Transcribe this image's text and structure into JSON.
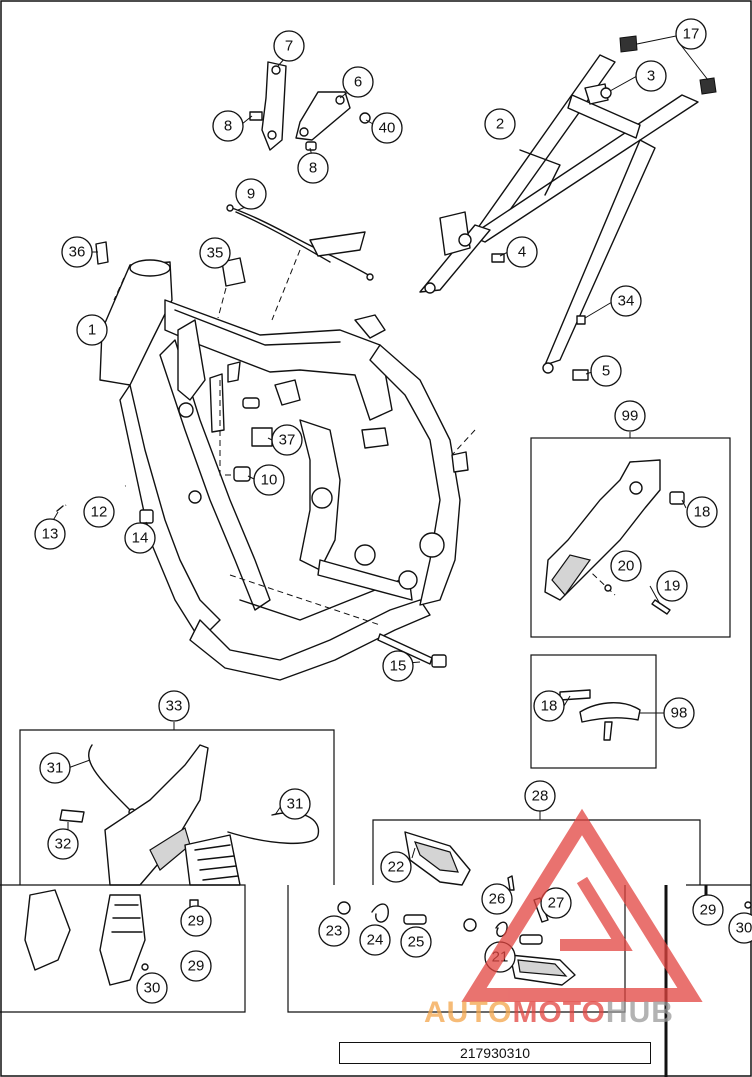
{
  "diagram": {
    "drawing_code": "217930310",
    "callouts": {
      "c1": "1",
      "c2": "2",
      "c3": "3",
      "c4": "4",
      "c5": "5",
      "c6": "6",
      "c7": "7",
      "c8a": "8",
      "c8b": "8",
      "c9": "9",
      "c10": "10",
      "c12": "12",
      "c13": "13",
      "c14": "14",
      "c15": "15",
      "c17": "17",
      "c18a": "18",
      "c18b": "18",
      "c19": "19",
      "c20": "20",
      "c21": "21",
      "c22": "22",
      "c23": "23",
      "c24": "24",
      "c25": "25",
      "c26": "26",
      "c27": "27",
      "c28": "28",
      "c29a": "29",
      "c29b": "29",
      "c29c": "29",
      "c30a": "30",
      "c30b": "30",
      "c31a": "31",
      "c31b": "31",
      "c32": "32",
      "c33": "33",
      "c34": "34",
      "c35": "35",
      "c36": "36",
      "c37": "37",
      "c40": "40",
      "c98": "98",
      "c99": "99"
    }
  },
  "watermark": {
    "part1": "AUTO",
    "part2": "MOTO",
    "part3": "HUB",
    "colors": {
      "orange": "#f3a54a",
      "red": "#e2443f",
      "gray": "#9a9a9a"
    }
  }
}
